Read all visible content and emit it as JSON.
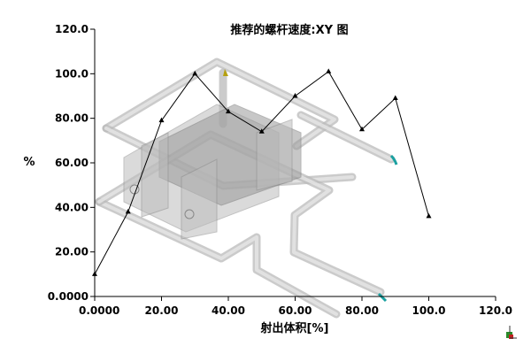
{
  "chart_data": {
    "type": "line",
    "title": "推荐的螺杆速度:XY 图",
    "xlabel": "射出体积[%]",
    "ylabel": "%",
    "xlim": [
      0,
      120
    ],
    "ylim": [
      0,
      120
    ],
    "x_ticks": [
      "0.0000",
      "20.00",
      "40.00",
      "60.00",
      "80.00",
      "100.0",
      "120.0"
    ],
    "y_ticks": [
      "0.0000",
      "20.00",
      "40.00",
      "60.00",
      "80.00",
      "100.0",
      "120.0"
    ],
    "grid": false,
    "series": [
      {
        "color": "#000000",
        "marker": "triangle",
        "x": [
          0,
          10,
          20,
          30,
          40,
          50,
          60,
          70,
          80,
          90,
          100
        ],
        "y": [
          10,
          38,
          79,
          100,
          83,
          74,
          90,
          101,
          75,
          89,
          36
        ]
      }
    ]
  }
}
